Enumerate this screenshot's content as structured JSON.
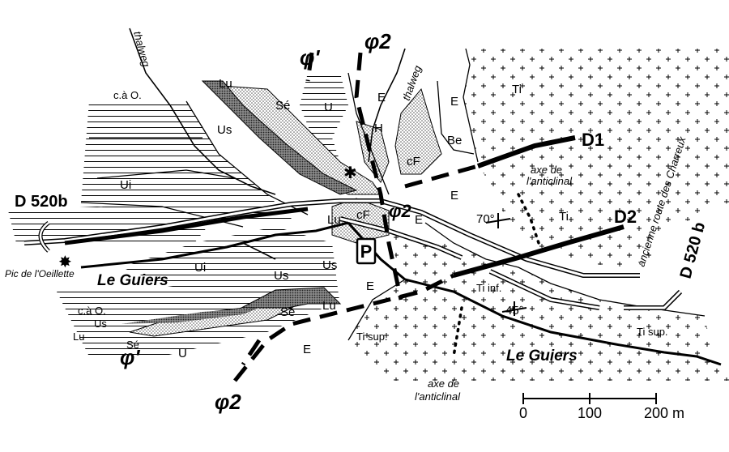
{
  "map": {
    "colors": {
      "ink": "#000000",
      "paper": "#ffffff",
      "stipple": "#bdbdbd",
      "dense": "#7a7a7a"
    },
    "labels": {
      "thalweg_left": "thalweg",
      "thalweg_right": "thalweg",
      "phi_prime_top": "φ'",
      "phi2_top": "φ2",
      "phi2_mid": "φ2",
      "phi_prime_bottom": "φ'",
      "phi2_bottom": "φ2",
      "D1": "D1",
      "D2": "D2",
      "road_d520b_left": "D 520b",
      "road_d520b_right": "D 520 b",
      "ancienne_route": "ancienne route des Charreux",
      "axe_anticlinal_top_1": "axe de",
      "axe_anticlinal_top_2": "l'anticlinal",
      "axe_anticlinal_bottom_1": "axe de",
      "axe_anticlinal_bottom_2": "l'anticlinal",
      "pic": "Pic de l'Oeillette",
      "guiers_left": "Le Guiers",
      "guiers_right": "Le Guiers",
      "dip_70": "70°",
      "dip_45": "45°",
      "parking": "P",
      "units": {
        "Lu_top": "Lu",
        "Se_top": "Sé",
        "U_top": "U",
        "E_top": "E",
        "E_right": "E",
        "cao_top": "c.à O.",
        "Us_top": "Us",
        "H": "H",
        "cF_top": "cF",
        "Be": "Be",
        "Ti_top": "Ti",
        "Ui_top": "Ui",
        "E_mid1": "E",
        "E_mid2": "E",
        "Lu_mid": "Lu",
        "cF_mid": "cF",
        "Ti_mid": "Ti",
        "Ui_mid": "Ui",
        "Us_mid": "Us",
        "Us_mid2": "Us",
        "E_low": "E",
        "Lu_low": "Lu",
        "cao_low": "c.à O.",
        "Us_low": "Us",
        "Lu_low2": "Lu",
        "Se_low": "Sé",
        "Se_low2": "Sé",
        "U_low": "U",
        "E_bottom": "E",
        "Ti_inf": "Ti inf.",
        "Ti_sup_left": "Ti sup.",
        "Ti_sup_right": "Ti sup."
      }
    },
    "scale_bar": {
      "ticks": [
        "0",
        "100",
        "200 m"
      ]
    }
  }
}
